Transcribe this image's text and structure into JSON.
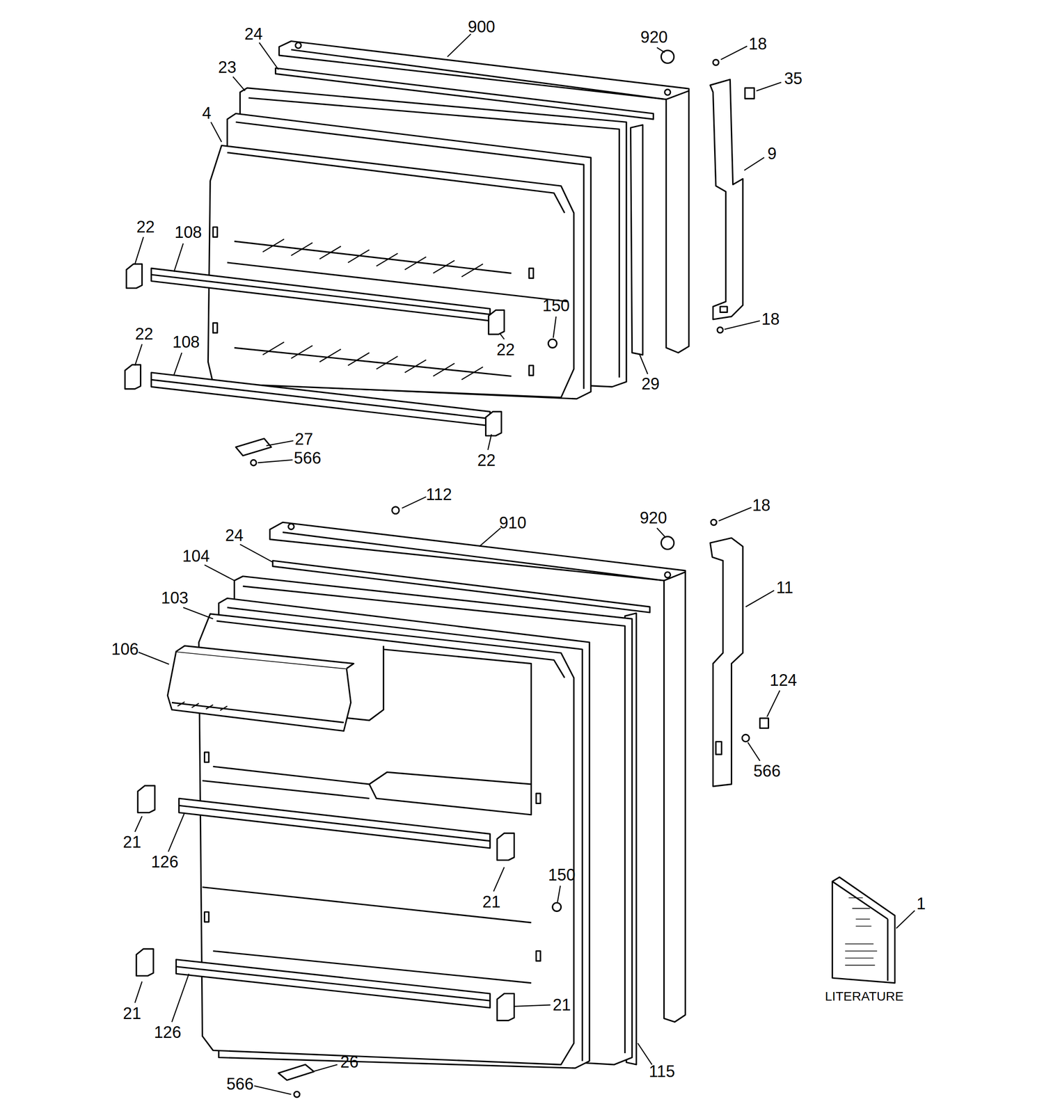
{
  "diagram": {
    "labels": [
      "900",
      "24",
      "920",
      "18",
      "23",
      "35",
      "4",
      "9",
      "22",
      "108",
      "150",
      "18",
      "22",
      "22",
      "108",
      "29",
      "27",
      "566",
      "22",
      "112",
      "910",
      "24",
      "920",
      "18",
      "104",
      "103",
      "11",
      "106",
      "124",
      "566",
      "21",
      "126",
      "150",
      "21",
      "1",
      "LITERATURE",
      "21",
      "126",
      "21",
      "26",
      "566",
      "115"
    ]
  }
}
